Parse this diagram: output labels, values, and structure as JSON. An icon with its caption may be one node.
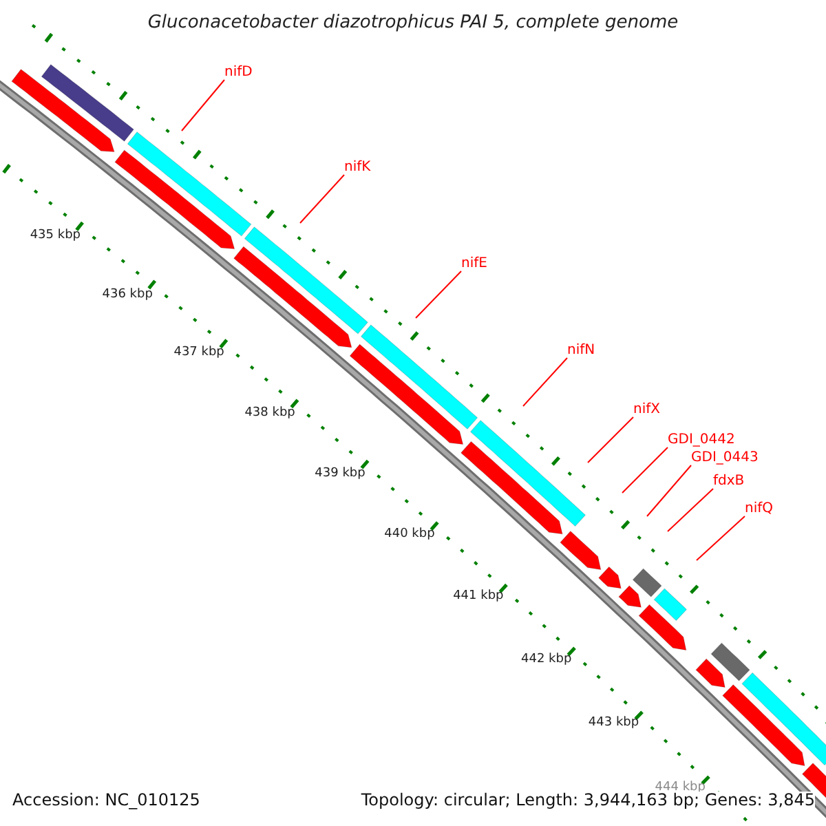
{
  "diagram": {
    "title": "Gluconacetobacter diazotrophicus PAI 5, complete genome",
    "nodes": [
      {
        "text": [
          "nifD"
        ]
      },
      {
        "text": [
          "nifK"
        ]
      },
      {
        "text": [
          "nifE"
        ]
      },
      {
        "text": [
          "nifN"
        ]
      },
      {
        "text": [
          "nifX"
        ]
      },
      {
        "text": [
          "GDI_0442"
        ]
      },
      {
        "text": [
          "GDI_0443"
        ]
      },
      {
        "text": [
          "fdxB"
        ]
      },
      {
        "text": [
          "nifQ"
        ]
      }
    ],
    "edges": [
      {
        "from": 0,
        "to": null,
        "arrow": "none"
      },
      {
        "from": 1,
        "to": null,
        "arrow": "none"
      },
      {
        "from": 2,
        "to": null,
        "arrow": "none"
      },
      {
        "from": 3,
        "to": null,
        "arrow": "none"
      },
      {
        "from": 4,
        "to": null,
        "arrow": "none"
      },
      {
        "from": 5,
        "to": null,
        "arrow": "none"
      },
      {
        "from": 6,
        "to": null,
        "arrow": "none"
      },
      {
        "from": 7,
        "to": null,
        "arrow": "none"
      },
      {
        "from": 8,
        "to": null,
        "arrow": "none"
      }
    ],
    "labels": [
      "435 kbp",
      "436 kbp",
      "437 kbp",
      "438 kbp",
      "439 kbp",
      "440 kbp",
      "441 kbp",
      "442 kbp",
      "443 kbp",
      "444 kbp",
      "Accession: NC_010125",
      "Topology: circular; Length: 3,944,163 bp; Genes: 3,845"
    ]
  }
}
